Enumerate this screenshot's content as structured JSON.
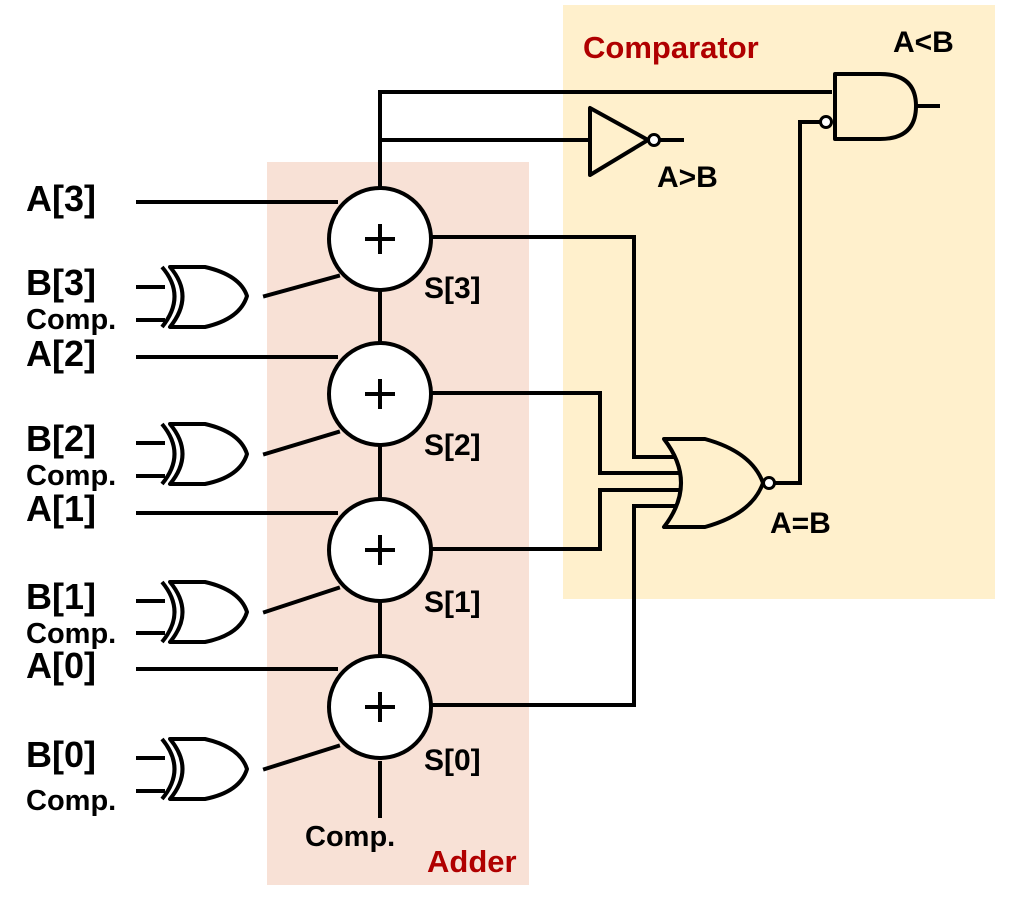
{
  "sections": {
    "adder": {
      "label": "Adder",
      "color": "#f8e1d6"
    },
    "comparator": {
      "label": "Comparator",
      "color": "#fff0cc"
    }
  },
  "inputs": {
    "a3": "A[3]",
    "b3": "B[3]",
    "a2": "A[2]",
    "b2": "B[2]",
    "a1": "A[1]",
    "b1": "B[1]",
    "a0": "A[0]",
    "b0": "B[0]",
    "comp": "Comp."
  },
  "sums": {
    "s3": "S[3]",
    "s2": "S[2]",
    "s1": "S[1]",
    "s0": "S[0]"
  },
  "adder_symbol": "+",
  "carry_in": "Comp.",
  "outputs": {
    "lt": "A<B",
    "gt": "A>B",
    "eq": "A=B"
  },
  "label_color": "#b00000"
}
